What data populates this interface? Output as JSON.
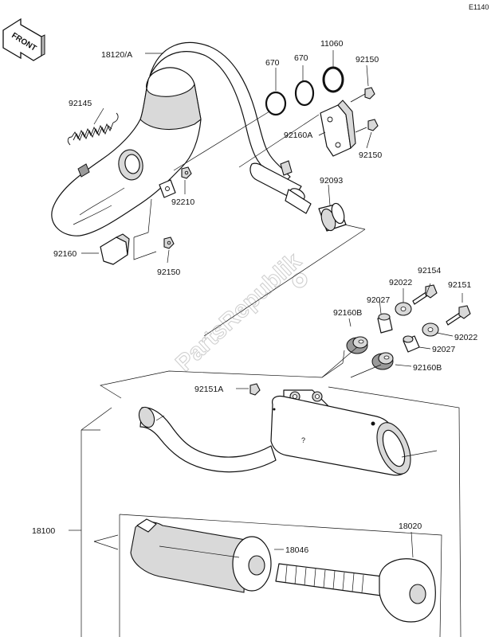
{
  "diagram_code": "E1140",
  "front_label": "FRONT",
  "watermark": "PartsRepublik",
  "labels": {
    "p18120A": "18120/A",
    "p670a": "670",
    "p670b": "670",
    "p11060": "11060",
    "p92150_top": "92150",
    "p92145": "92145",
    "p92160A": "92160A",
    "p92150_mid": "92150",
    "p92210": "92210",
    "p92093": "92093",
    "p92160": "92160",
    "p92150_low": "92150",
    "p92154": "92154",
    "p92022a": "92022",
    "p92151": "92151",
    "p92027a": "92027",
    "p92160B_a": "92160B",
    "p92022b": "92022",
    "p92027b": "92027",
    "p92160B_b": "92160B",
    "p92151A": "92151A",
    "p18100": "18100",
    "p18020": "18020",
    "p18046": "18046"
  }
}
